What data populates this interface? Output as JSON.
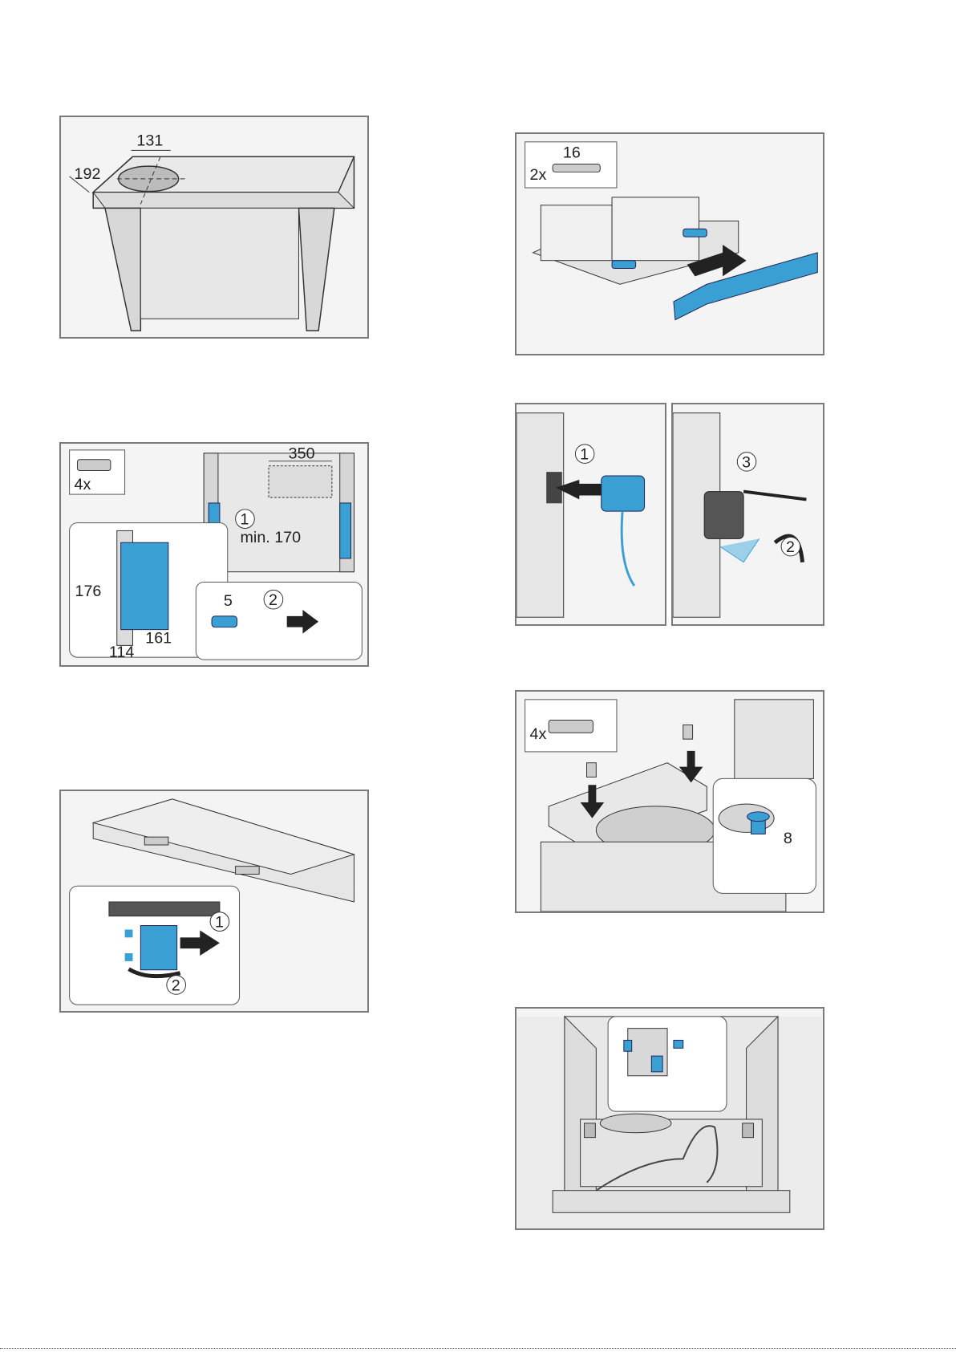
{
  "figures": {
    "fig1": {
      "dim_a": "131",
      "dim_b": "192"
    },
    "fig2": {
      "qty": "4x",
      "dim_width": "350",
      "dim_min": "min. 170",
      "dim_h": "176",
      "dim_w1": "114",
      "dim_w2": "161",
      "dim_depth": "5",
      "step1": "1",
      "step2": "2"
    },
    "fig3": {
      "qty": "2x",
      "dim_len": "16"
    },
    "fig4": {
      "step1": "1",
      "step2": "2",
      "step3": "3"
    },
    "fig5": {
      "step1": "1",
      "step2": "2"
    },
    "fig6": {
      "qty": "4x",
      "dim": "8"
    }
  },
  "colors": {
    "accent_blue": "#3a9fd3",
    "frame": "#7a7a7a",
    "panel_bg": "#f4f4f4"
  }
}
